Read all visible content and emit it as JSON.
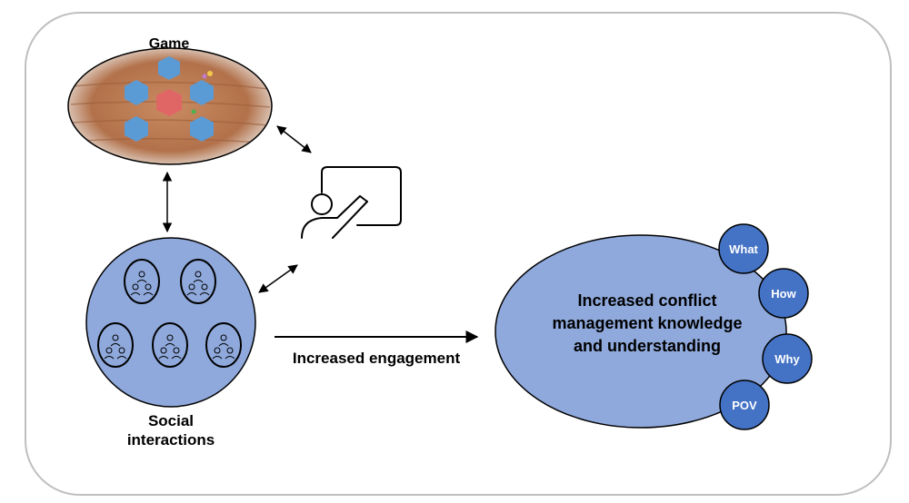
{
  "labels": {
    "game": "Game",
    "social_line1": "Social",
    "social_line2": "interactions",
    "engagement": "Increased engagement",
    "outcome_line1": "Increased conflict",
    "outcome_line2": "management knowledge",
    "outcome_line3": "and understanding"
  },
  "bubbles": [
    "What",
    "How",
    "Why",
    "POV"
  ],
  "colors": {
    "node_fill": "#8fa9dc",
    "bubble_fill": "#4472c4",
    "outline": "#000000",
    "frame": "#bfbfbf",
    "game_board": "#b97a56",
    "game_hex": "#5b9bd5",
    "game_center": "#e06666"
  }
}
